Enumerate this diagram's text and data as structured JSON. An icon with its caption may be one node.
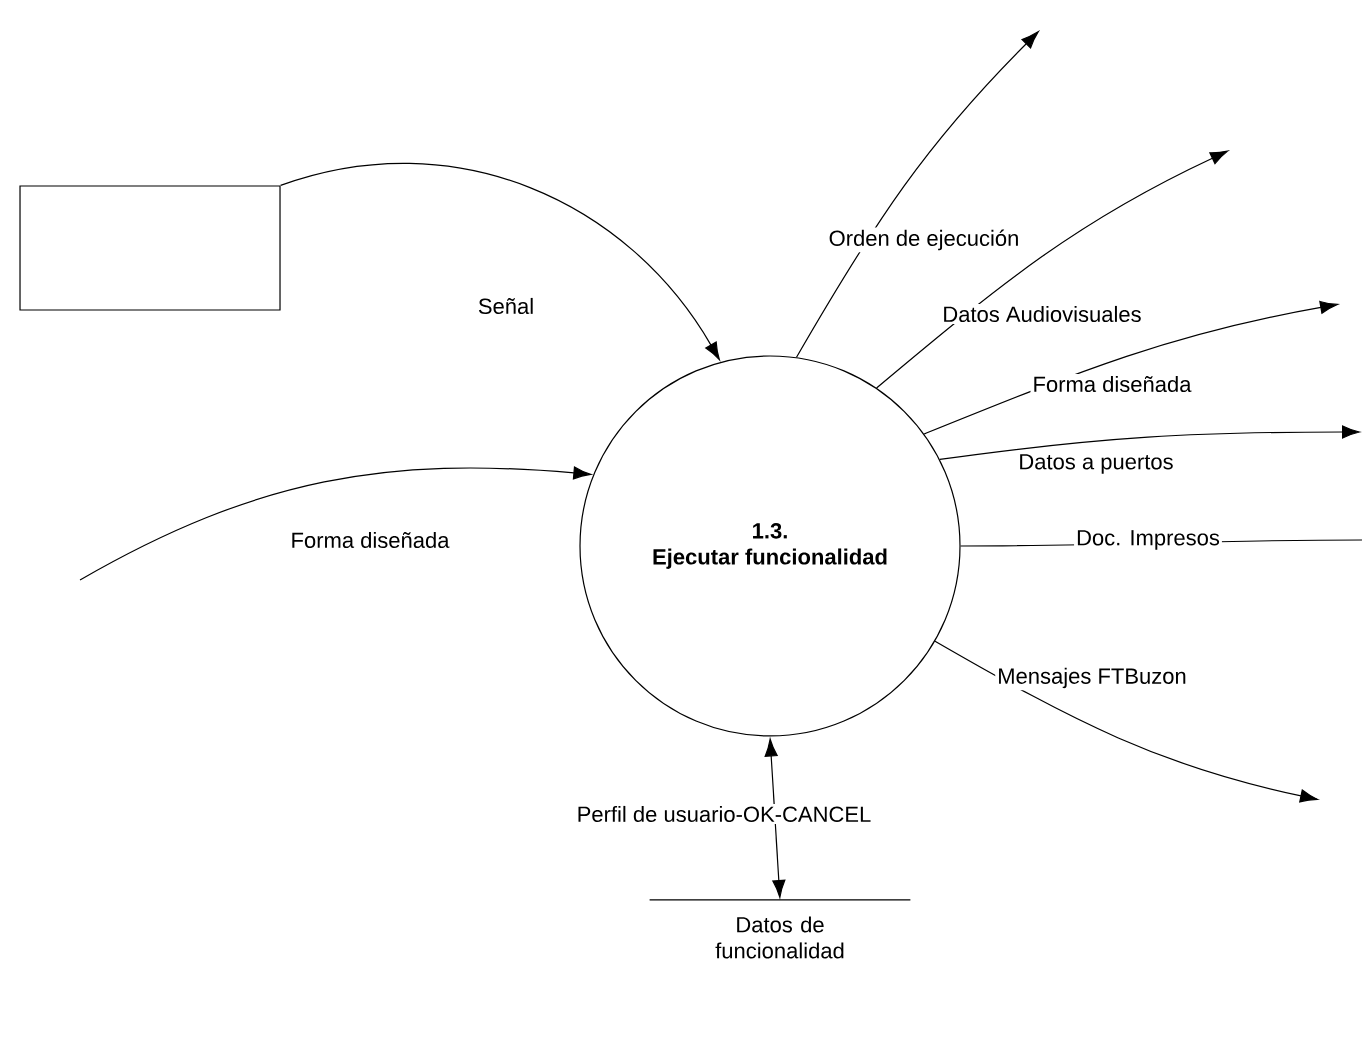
{
  "diagram": {
    "nodes": [
      {
        "text": [],
        "shape": "box"
      },
      {
        "text": [
          "1.3.",
          "Ejecutar funcionalidad"
        ]
      },
      {
        "text": [
          "Datos de funcionalidad"
        ]
      }
    ],
    "edges": [
      {
        "from": 0,
        "to": 1,
        "arrow": "to",
        "label": "Señal"
      },
      {
        "from": null,
        "to": 1,
        "arrow": "to",
        "label": "Forma diseñada"
      },
      {
        "from": 1,
        "to": null,
        "arrow": "to",
        "label": "Orden de ejecución"
      },
      {
        "from": 1,
        "to": null,
        "arrow": "to",
        "label": "Datos Audiovisuales"
      },
      {
        "from": 1,
        "to": null,
        "arrow": "to",
        "label": "Forma diseñada"
      },
      {
        "from": 1,
        "to": null,
        "arrow": "to",
        "label": "Datos a puertos"
      },
      {
        "from": 1,
        "to": null,
        "arrow": "none",
        "label": "Doc. Impresos"
      },
      {
        "from": 1,
        "to": null,
        "arrow": "to",
        "label": "Mensajes FTBuzon"
      },
      {
        "from": 1,
        "to": 2,
        "arrow": "both",
        "label": "Perfil de usuario-OK-CANCEL"
      }
    ]
  }
}
